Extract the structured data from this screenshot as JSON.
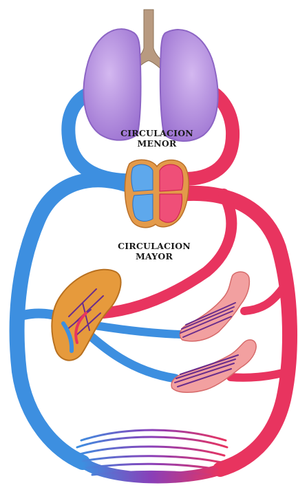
{
  "labels": {
    "pulmonary": {
      "line1": "CIRCULACION",
      "line2": "MENOR"
    },
    "systemic": {
      "line1": "CIRCULACION",
      "line2": "MAYOR"
    }
  },
  "colors": {
    "vein": "#3d8fe0",
    "vein_dark": "#2b6fc0",
    "artery": "#e8345f",
    "artery_dark": "#c81f4a",
    "lung": "#b48ee0",
    "lung_dark": "#8c64c4",
    "trachea": "#b89a80",
    "heart_rim": "#e39a4a",
    "liver": "#e69a3c",
    "organ": "#f2a0a0",
    "capillary": "#6a2d8c"
  }
}
